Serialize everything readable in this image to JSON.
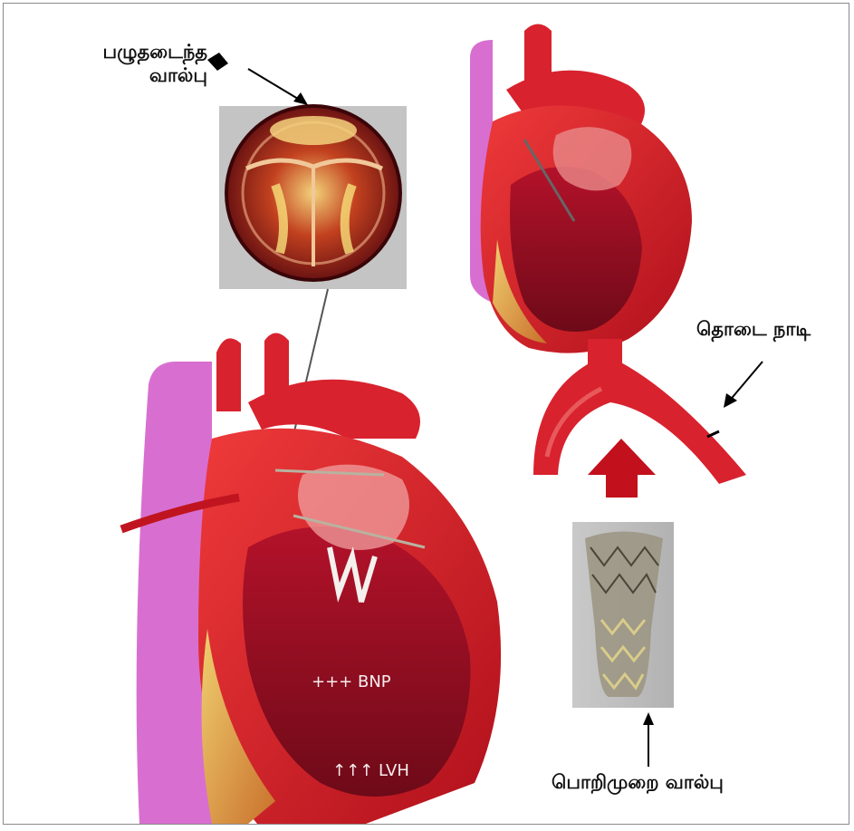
{
  "labels": {
    "damaged_valve_line1": "பழுதடைந்த",
    "damaged_valve_line2": "வால்பு",
    "thigh_artery": "தொடை நாடி",
    "artificial_valve": "பொறிமுறை வால்பு",
    "bnp": "+++ BNP",
    "lvh": "↑↑↑ LVH"
  },
  "colors": {
    "heart_red": "#d8222e",
    "heart_dark": "#8c0f1e",
    "vein_pink": "#d86fd0",
    "muscle_yellow": "#e7c35a",
    "stent_metal": "#7d7a6a",
    "inset_bg": "#c6c6c6"
  }
}
